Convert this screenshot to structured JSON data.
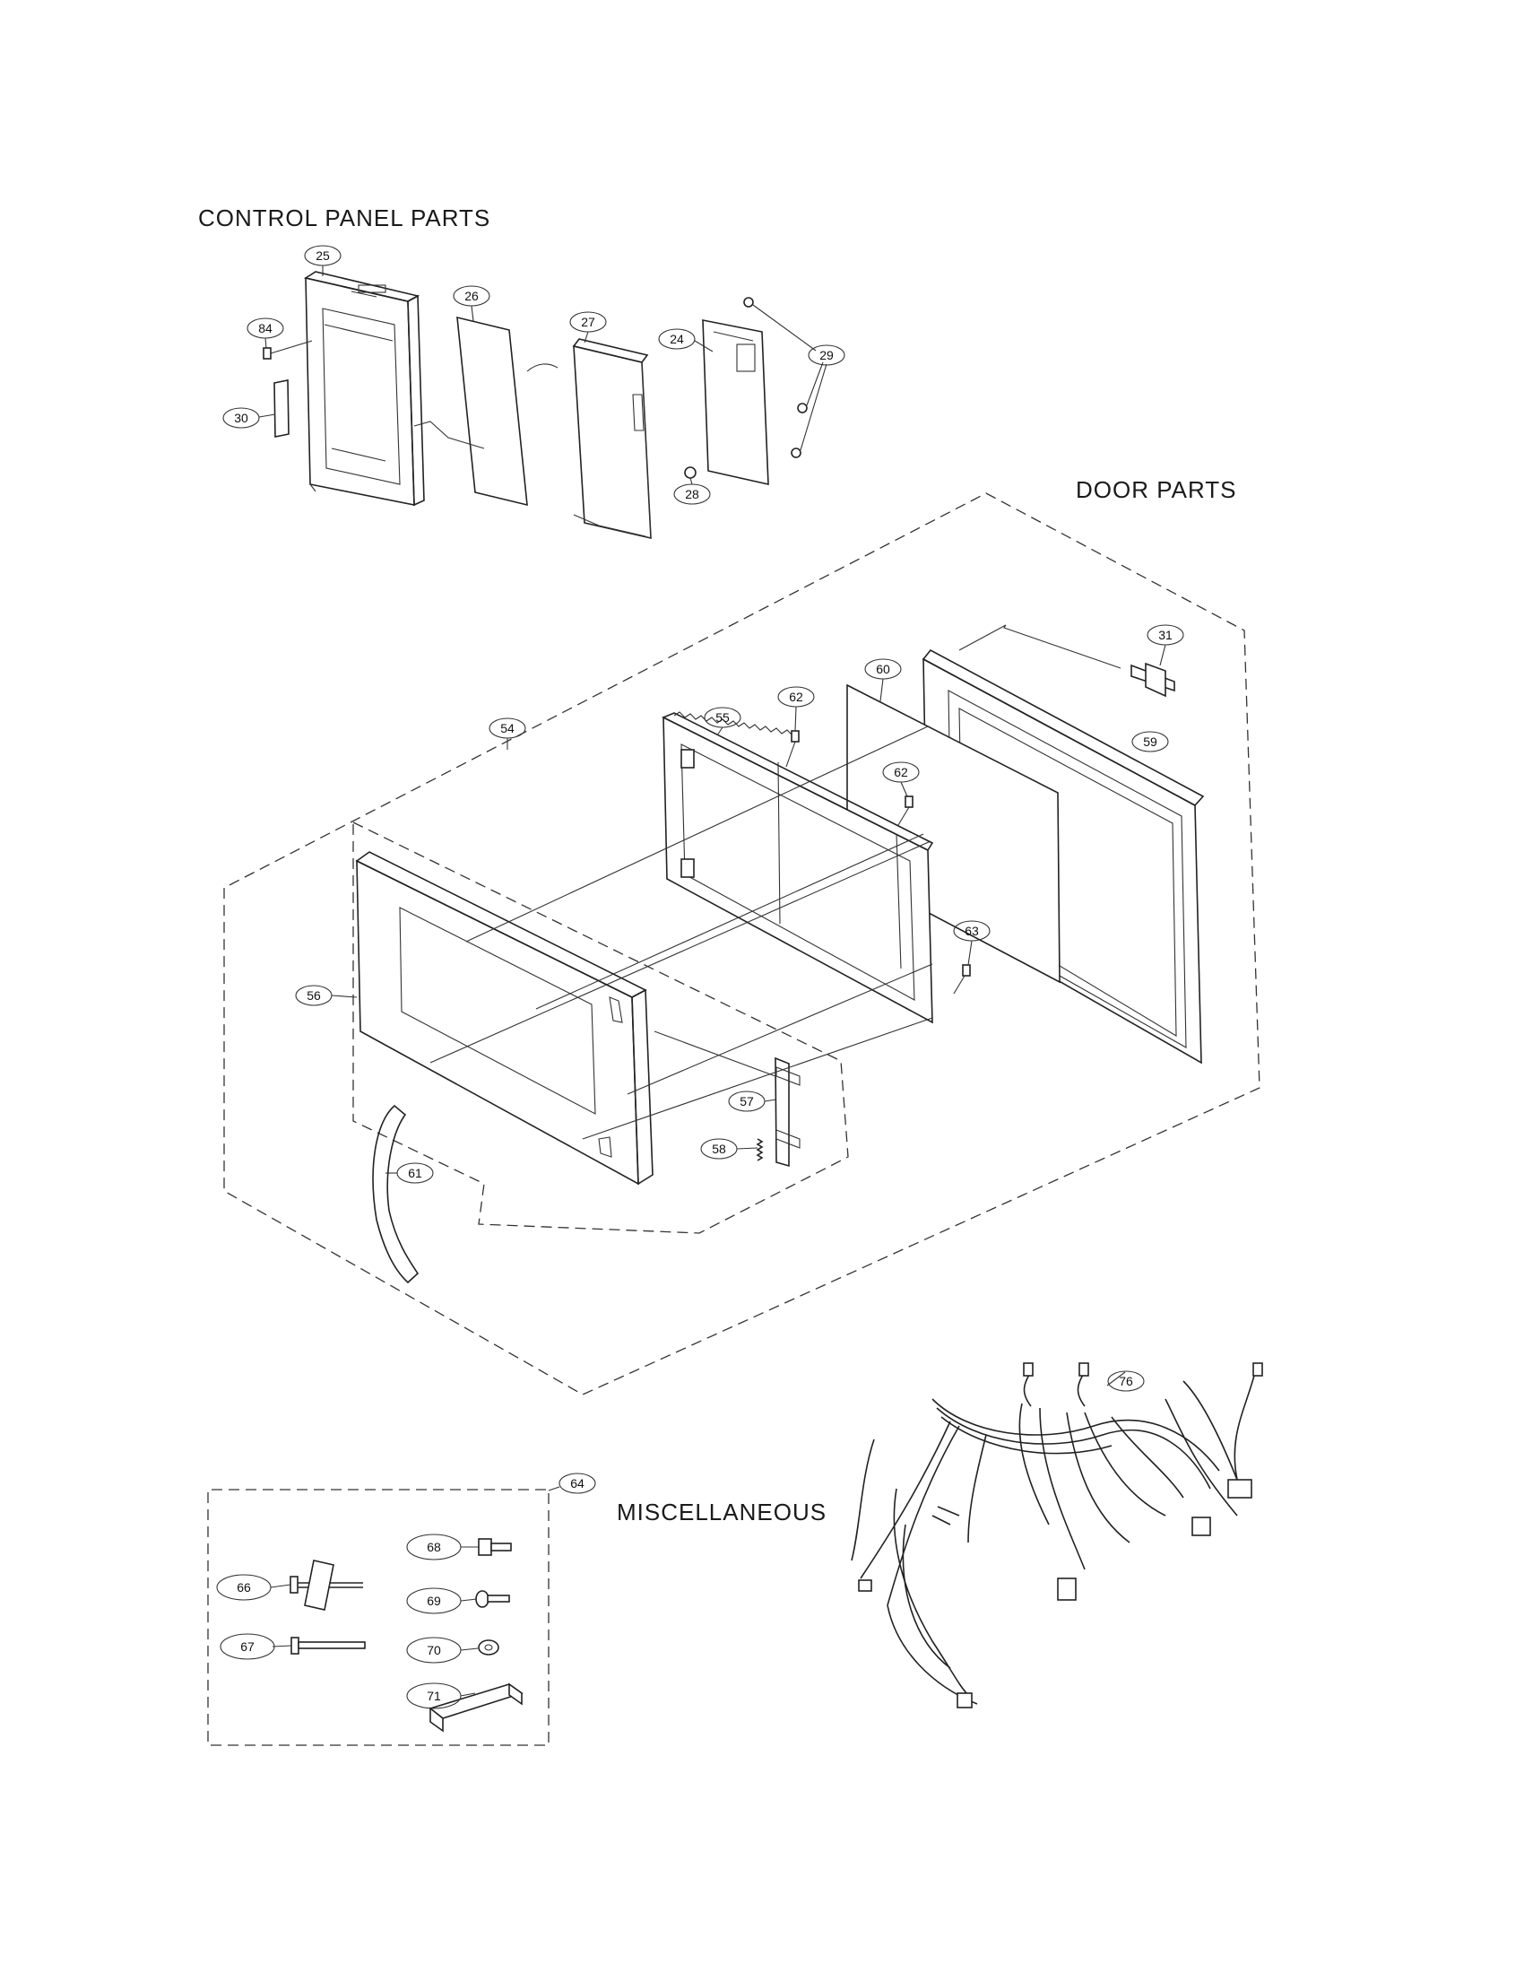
{
  "sections": {
    "control_panel": "CONTROL PANEL PARTS",
    "door": "DOOR PARTS",
    "misc": "MISCELLANEOUS"
  },
  "callouts": {
    "c25": "25",
    "c26": "26",
    "c27": "27",
    "c24": "24",
    "c29": "29",
    "c84": "84",
    "c30": "30",
    "c28": "28",
    "c31": "31",
    "c60": "60",
    "c62a": "62",
    "c55": "55",
    "c54": "54",
    "c59": "59",
    "c62b": "62",
    "c63": "63",
    "c56": "56",
    "c57": "57",
    "c58": "58",
    "c61": "61",
    "c76": "76",
    "c64": "64",
    "c66": "66",
    "c67": "67",
    "c68": "68",
    "c69": "69",
    "c70": "70",
    "c71": "71"
  }
}
